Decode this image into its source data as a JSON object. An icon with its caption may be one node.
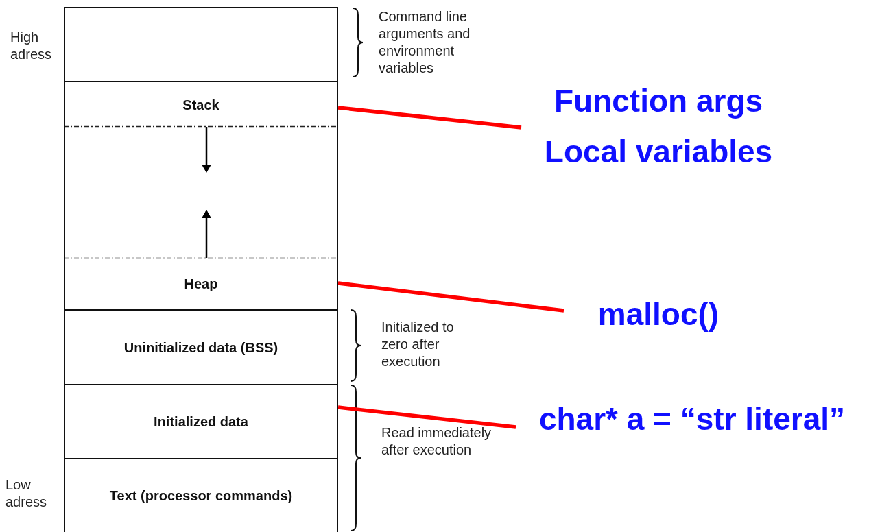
{
  "diagram": {
    "nodes": [
      {
        "text": [],
        "shape": "box"
      },
      {
        "text": [
          "Stack"
        ]
      },
      {
        "text": [],
        "shape": "box"
      },
      {
        "text": [
          "Heap"
        ]
      },
      {
        "text": [
          "Uninitialized data (BSS)"
        ]
      },
      {
        "text": [
          "Initialized data"
        ]
      },
      {
        "text": [
          "Text (processor commands)"
        ]
      },
      {
        "text": [
          "Function args",
          "Local variables"
        ]
      },
      {
        "text": [
          "malloc()"
        ]
      },
      {
        "text": [
          "char* a = “str literal”"
        ]
      }
    ],
    "edges": [
      {
        "from": 7,
        "to": 1,
        "arrow": "none",
        "color": "#ff0000"
      },
      {
        "from": 8,
        "to": 3,
        "arrow": "none",
        "color": "#ff0000"
      },
      {
        "from": 9,
        "to": 5,
        "arrow": "none",
        "color": "#ff0000"
      },
      {
        "from": 1,
        "to": 2,
        "arrow": "to",
        "color": "#000000"
      },
      {
        "from": 3,
        "to": 2,
        "arrow": "to",
        "color": "#000000"
      }
    ],
    "labels": [
      "High adress",
      "Command line arguments and environment variables",
      "Initialized to zero after execution",
      "Read immediately after execution",
      "Low adress"
    ]
  }
}
